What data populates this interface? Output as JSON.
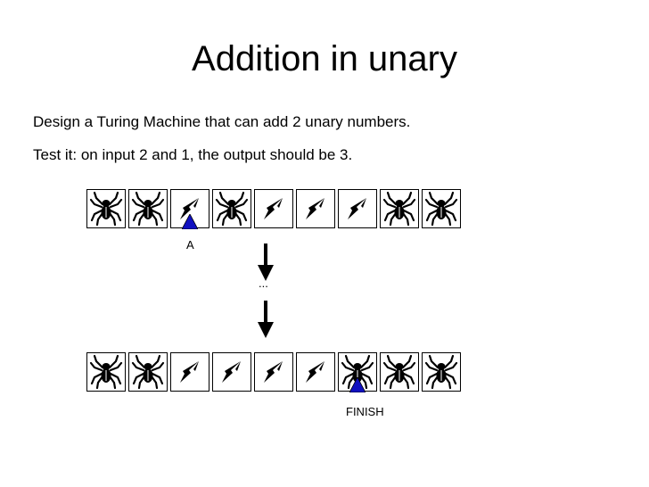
{
  "title": "Addition in unary",
  "instructions": [
    "Design a Turing Machine that can add 2 unary numbers.",
    "Test it: on input 2 and 1, the output should be 3."
  ],
  "tapes": [
    {
      "cells": [
        "spider-icon",
        "spider-icon",
        "lightning-icon",
        "spider-icon",
        "lightning-icon",
        "lightning-icon",
        "lightning-icon",
        "spider-icon",
        "spider-icon"
      ],
      "head_index": 2,
      "head_label": "A"
    },
    {
      "cells": [
        "spider-icon",
        "spider-icon",
        "lightning-icon",
        "lightning-icon",
        "lightning-icon",
        "lightning-icon",
        "spider-icon",
        "spider-icon",
        "spider-icon"
      ],
      "head_index": 6,
      "head_label": "FINISH"
    }
  ],
  "transition_ellipsis": "...",
  "colors": {
    "head": "#1010c0",
    "ink": "#000000"
  }
}
